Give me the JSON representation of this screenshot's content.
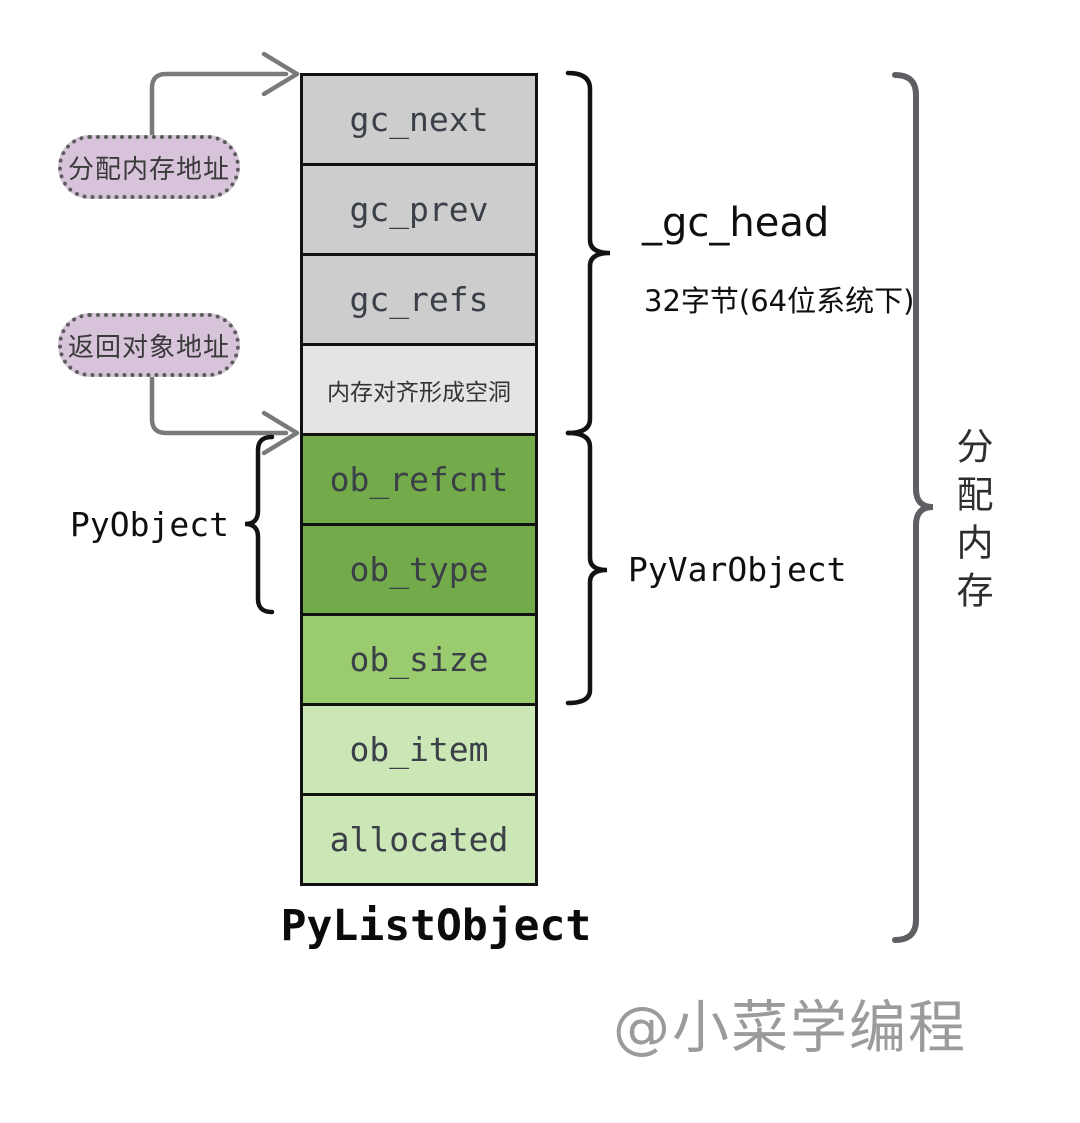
{
  "diagram": {
    "memory_stack": {
      "struct_label": "PyListObject",
      "cells": [
        {
          "id": "gc_next",
          "label": "gc_next",
          "group": "gc"
        },
        {
          "id": "gc_prev",
          "label": "gc_prev",
          "group": "gc"
        },
        {
          "id": "gc_refs",
          "label": "gc_refs",
          "group": "gc"
        },
        {
          "id": "padding",
          "label": "内存对齐形成空洞",
          "group": "padding"
        },
        {
          "id": "ob_refcnt",
          "label": "ob_refcnt",
          "group": "pyobject"
        },
        {
          "id": "ob_type",
          "label": "ob_type",
          "group": "pyobject"
        },
        {
          "id": "ob_size",
          "label": "ob_size",
          "group": "varsize"
        },
        {
          "id": "ob_item",
          "label": "ob_item",
          "group": "list"
        },
        {
          "id": "allocated",
          "label": "allocated",
          "group": "list"
        }
      ]
    },
    "callouts": {
      "alloc_address": "分配内存地址",
      "object_address": "返回对象地址"
    },
    "annotations": {
      "pyobject": "PyObject",
      "gc_head": "_gc_head",
      "gc_head_size": "32字节(64位系统下)",
      "pyvarobject": "PyVarObject",
      "allocated_memory": "分配内存"
    },
    "watermark": "@小菜学编程",
    "colors": {
      "gc_cell": "#cdcdcd",
      "padding_cell": "#e4e4e4",
      "pyobject_cell": "#73aa4a",
      "varsize_cell": "#9acb6e",
      "list_cell": "#cbe7b5",
      "cell_border": "#111111",
      "callout_fill": "#d7c3da",
      "callout_dot": "#5d5d5d",
      "arrow": "#7a7a7a",
      "inner_brace": "#121212",
      "outer_brace": "#5e5f62",
      "watermark_color": "#9b9b9b"
    }
  }
}
